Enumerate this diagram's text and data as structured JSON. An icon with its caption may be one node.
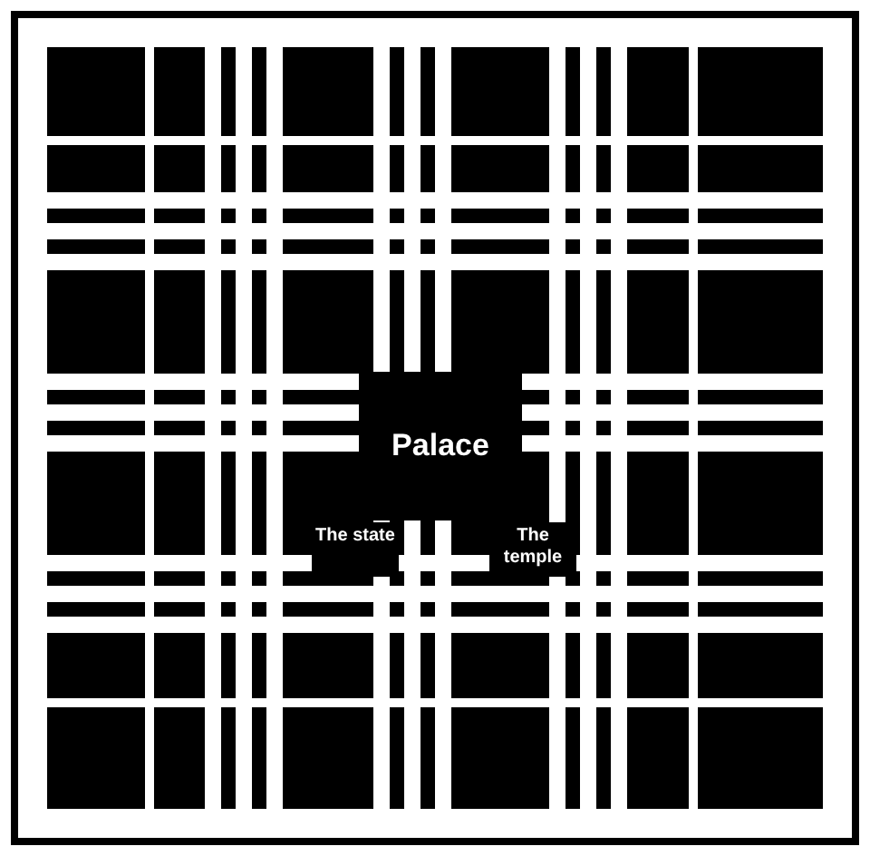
{
  "diagram": {
    "nodes": [
      {
        "text": [
          "Palace"
        ]
      }
    ],
    "labels": [
      "The state",
      "The temple"
    ]
  }
}
